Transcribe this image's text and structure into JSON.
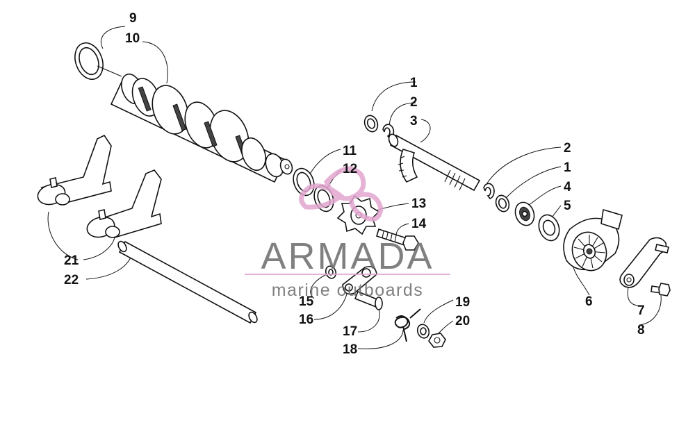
{
  "callouts": [
    {
      "id": "c1a",
      "label": "1"
    },
    {
      "id": "c2a",
      "label": "2"
    },
    {
      "id": "c3",
      "label": "3"
    },
    {
      "id": "c2b",
      "label": "2"
    },
    {
      "id": "c1b",
      "label": "1"
    },
    {
      "id": "c4",
      "label": "4"
    },
    {
      "id": "c5",
      "label": "5"
    },
    {
      "id": "c6",
      "label": "6"
    },
    {
      "id": "c7",
      "label": "7"
    },
    {
      "id": "c8",
      "label": "8"
    },
    {
      "id": "c9",
      "label": "9"
    },
    {
      "id": "c10",
      "label": "10"
    },
    {
      "id": "c11",
      "label": "11"
    },
    {
      "id": "c12",
      "label": "12"
    },
    {
      "id": "c13",
      "label": "13"
    },
    {
      "id": "c14",
      "label": "14"
    },
    {
      "id": "c15",
      "label": "15"
    },
    {
      "id": "c16",
      "label": "16"
    },
    {
      "id": "c17",
      "label": "17"
    },
    {
      "id": "c18",
      "label": "18"
    },
    {
      "id": "c19",
      "label": "19"
    },
    {
      "id": "c20",
      "label": "20"
    },
    {
      "id": "c21",
      "label": "21"
    },
    {
      "id": "c22",
      "label": "22"
    }
  ],
  "watermark": {
    "brand": "ARMADA",
    "tagline": "marine outboards",
    "logo_color": "#e2a6cf",
    "text_color": "#6b6b6b"
  }
}
